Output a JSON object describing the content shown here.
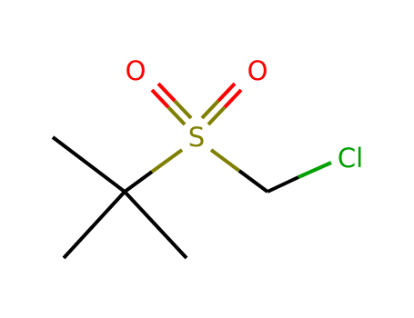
{
  "molecule": {
    "atoms": {
      "sulfur": "S",
      "oxygen_left": "O",
      "oxygen_right": "O",
      "chlorine": "Cl"
    },
    "colors": {
      "carbon_bond": "#000000",
      "sulfur": "#808000",
      "oxygen": "#ff0000",
      "chlorine": "#00a000"
    }
  }
}
